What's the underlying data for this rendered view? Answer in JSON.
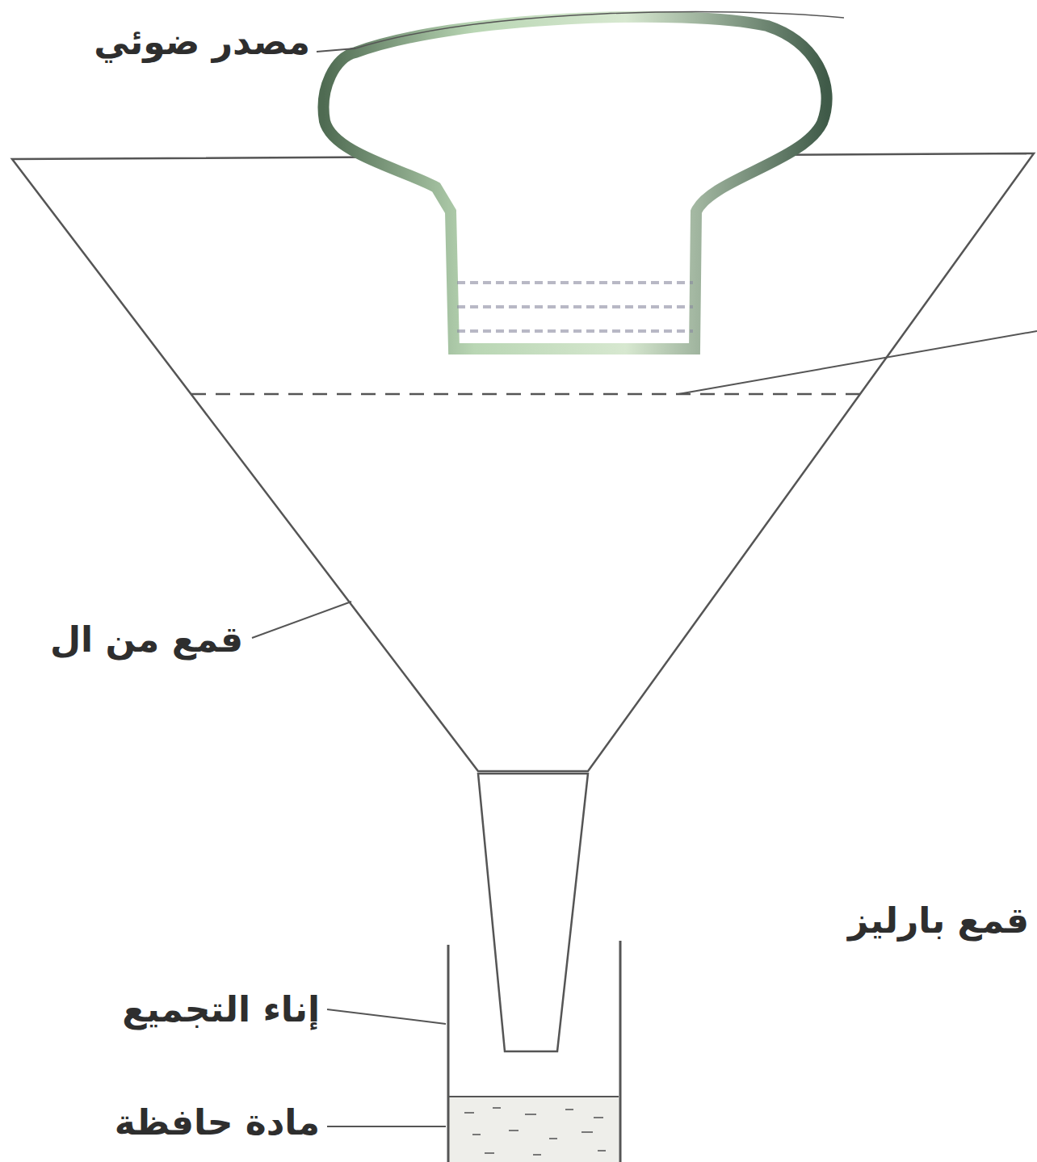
{
  "diagram": {
    "labels": [
      "مصدر ضوئي",
      "قمع من ال",
      "قمع بارليز",
      "إناء التجميع",
      "مادة حافظة"
    ]
  }
}
